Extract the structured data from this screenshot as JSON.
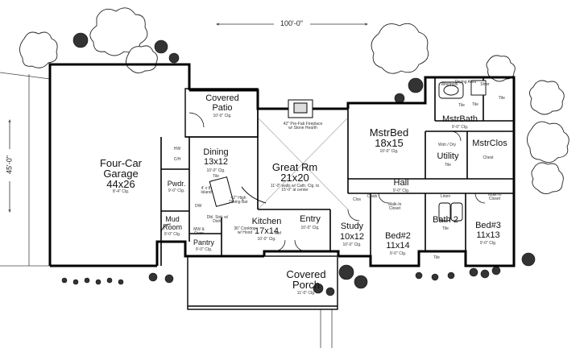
{
  "plan": {
    "overall_width": "100'-0\"",
    "overall_depth": "45'-0\""
  },
  "rooms": {
    "garage": {
      "name": "Four-Car",
      "name2": "Garage",
      "dims": "44x26",
      "note": "8'-4\" Clg."
    },
    "patio": {
      "name": "Covered",
      "name2": "Patio",
      "note": "10'-0\" Clg."
    },
    "dining": {
      "name": "Dining",
      "dims": "13x12",
      "note": "10'-0\" Clg.",
      "note2": "Tile"
    },
    "great_room": {
      "name": "Great Rm",
      "dims": "21x20",
      "note": "11'-0\" walls w/ Cath. Clg. to 15'-0\" at center"
    },
    "master_bed": {
      "name": "MstrBed",
      "dims": "18x15",
      "note": "10'-0\" Clg."
    },
    "master_bath": {
      "name": "MstrBath",
      "note": "9'-0\" Clg.",
      "note2": "Tile"
    },
    "master_closet": {
      "name": "MstrClos"
    },
    "utility": {
      "name": "Utility",
      "note": "Tile"
    },
    "hall": {
      "name": "Hall",
      "note": "9'-0\" Clg."
    },
    "study": {
      "name": "Study",
      "dims": "10x12",
      "note": "10'-0\" Clg."
    },
    "entry": {
      "name": "Entry",
      "note": "10'-0\" Clg."
    },
    "kitchen": {
      "name": "Kitchen",
      "dims": "17x14",
      "note": "10'-0\" Clg."
    },
    "bed2": {
      "name": "Bed#2",
      "dims": "11x14",
      "note": "9'-0\" Clg."
    },
    "bed3": {
      "name": "Bed#3",
      "dims": "11x13",
      "note": "9'-0\" Clg."
    },
    "bath2": {
      "name": "Bath 2",
      "note": "Tile"
    },
    "porch": {
      "name": "Covered",
      "name2": "Porch",
      "note": "11'-0\" Clg."
    },
    "pantry": {
      "name": "Pantry",
      "note": "9'-0\" Clg."
    },
    "mud_room": {
      "name": "Mud",
      "name2": "Room",
      "note": "9'-0\" Clg."
    },
    "powder": {
      "name": "Pwdr.",
      "note": "9'-0\" Clg."
    }
  },
  "annotations": {
    "fireplace": "42\" Pre-Fab Fireplace w/ Stone Hearth",
    "island": "4' x 8' Island",
    "dining_bar": "42\" High Dining Bar",
    "sink": "Dbl. Sink w/ Dish.",
    "cooktop": "36\" Cooktop w/ Hood",
    "hw": "HW",
    "cl": "C/H",
    "ow": "OW",
    "ref": "Ref",
    "mw": "MW & Oven",
    "whirlpool": "Whirlpool",
    "drying_area": "Drying Area",
    "shower": "Shwr",
    "linen": "Linen",
    "wic1": "Walk-In Closet",
    "wic2": "Walk-In Closet",
    "closet": "Clos",
    "coats": "Coats",
    "washer_dryer": "Wsh / Dry",
    "chest": "Chest",
    "tile": "Tile",
    "tile2": "Tile",
    "tile3": "Tile"
  }
}
